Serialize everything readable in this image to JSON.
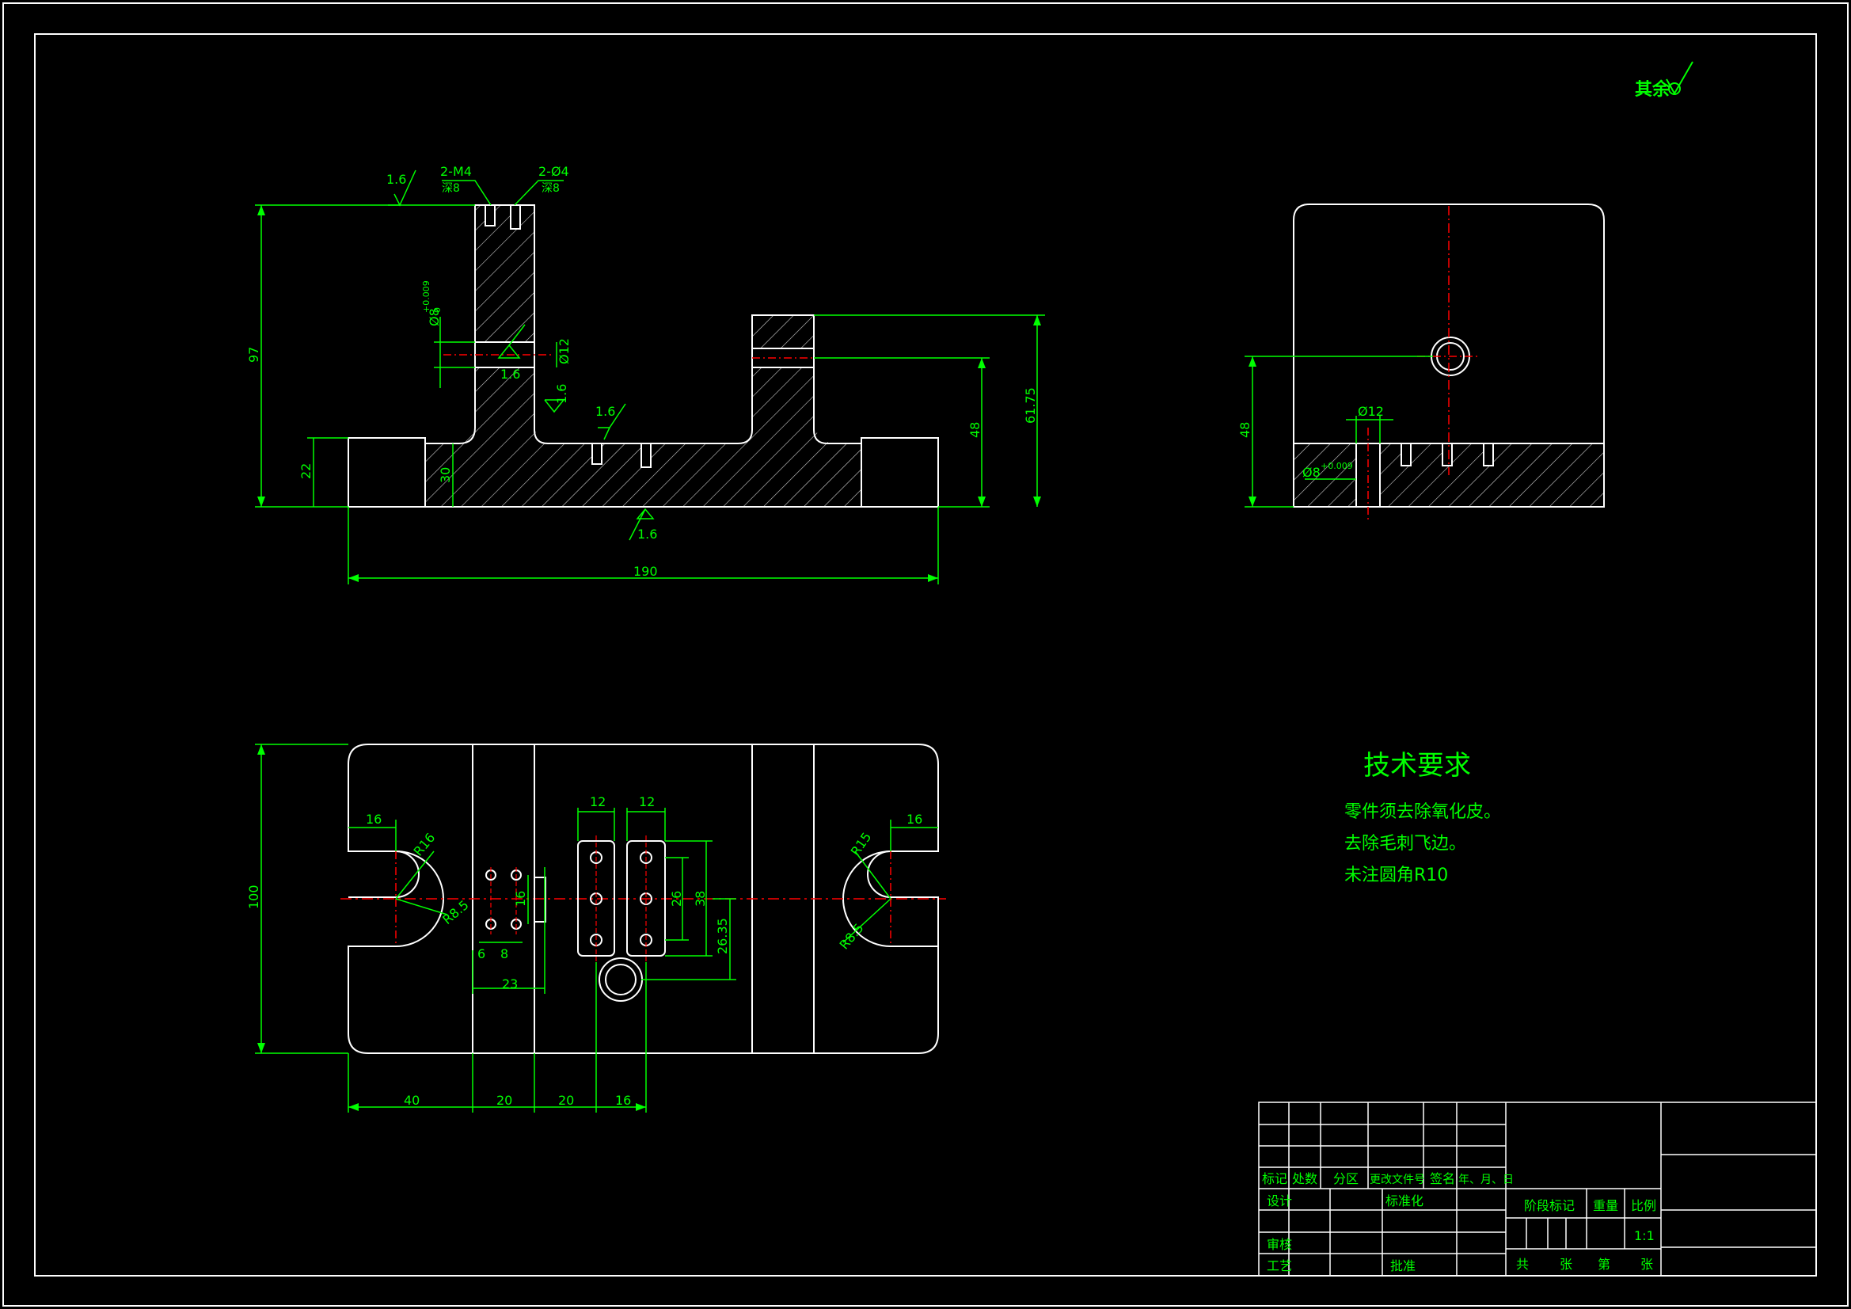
{
  "colors": {
    "background": "#000000",
    "outline": "#ffffff",
    "dimension": "#00ff00",
    "text": "#00ff00",
    "centerline": "#ff0000",
    "hatch": "#ffffff"
  },
  "surface_finish_note": "其余",
  "front_view": {
    "roughness": [
      "1.6",
      "1.6",
      "1.6",
      "1.6",
      "1.6"
    ],
    "hole_notes": [
      {
        "spec": "2-M4",
        "depth": "深8"
      },
      {
        "spec": "2-Ø4",
        "depth": "深8"
      }
    ],
    "dims": {
      "height_total": "97",
      "base_height": "22",
      "base_inner": "30",
      "bore_dia": "Ø8",
      "bore_tol_upper": "+0.009",
      "bore_tol_lower": "0",
      "slot_dia": "Ø12",
      "right_height_48": "48",
      "right_height_total": "61.75",
      "width_total": "190"
    }
  },
  "side_view": {
    "dims": {
      "height": "48",
      "counterbore": "Ø12",
      "bore": "Ø8",
      "bore_tol": "+0.009"
    }
  },
  "top_view": {
    "dims": {
      "height_total": "100",
      "slot_width_left": "16",
      "slot_width_right": "16",
      "radius_left": "R16",
      "radius_right": "R15",
      "radius_small_left": "R8.5",
      "radius_small_right": "R8.5",
      "hole_spacing_v": "16",
      "hole_spacing_h1": "6",
      "hole_spacing_h2": "8",
      "hole_group_width": "23",
      "block_width_1": "12",
      "block_width_2": "12",
      "block_dim_26": "26",
      "block_dim_38": "38",
      "offset_2635": "26.35",
      "bottom_40": "40",
      "bottom_20a": "20",
      "bottom_20b": "20",
      "bottom_16": "16"
    }
  },
  "tech_requirements": {
    "title": "技术要求",
    "items": [
      "零件须去除氧化皮。",
      "去除毛刺飞边。",
      "未注圆角R10"
    ]
  },
  "title_block": {
    "headers": [
      "标记",
      "处数",
      "分区",
      "更改文件号",
      "签名",
      "年、月、日"
    ],
    "design": "设计",
    "standardization": "标准化",
    "review": "审核",
    "process": "工艺",
    "approve": "批准",
    "stage_mark": "阶段标记",
    "weight": "重量",
    "scale_label": "比例",
    "scale_value": "1:1",
    "total": "共",
    "sheets": "张",
    "page": "第",
    "sheet2": "张"
  }
}
